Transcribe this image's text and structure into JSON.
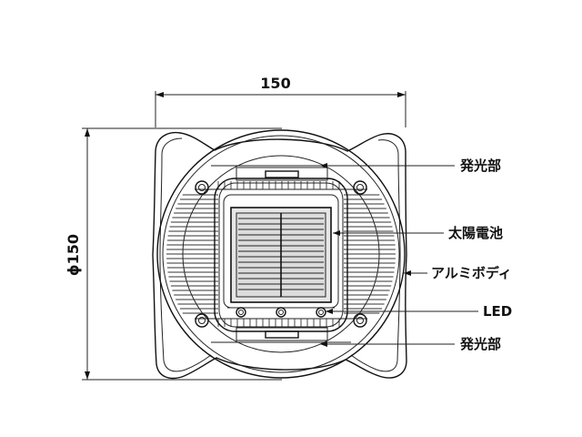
{
  "dimensions": {
    "width_label": "150",
    "diameter_label": "ϕ150"
  },
  "callouts": [
    {
      "id": "light-top",
      "label": "発光部"
    },
    {
      "id": "solar",
      "label": "太陽電池"
    },
    {
      "id": "body",
      "label": "アルミボディ"
    },
    {
      "id": "led",
      "label": "LED"
    },
    {
      "id": "light-bottom",
      "label": "発光部"
    }
  ]
}
